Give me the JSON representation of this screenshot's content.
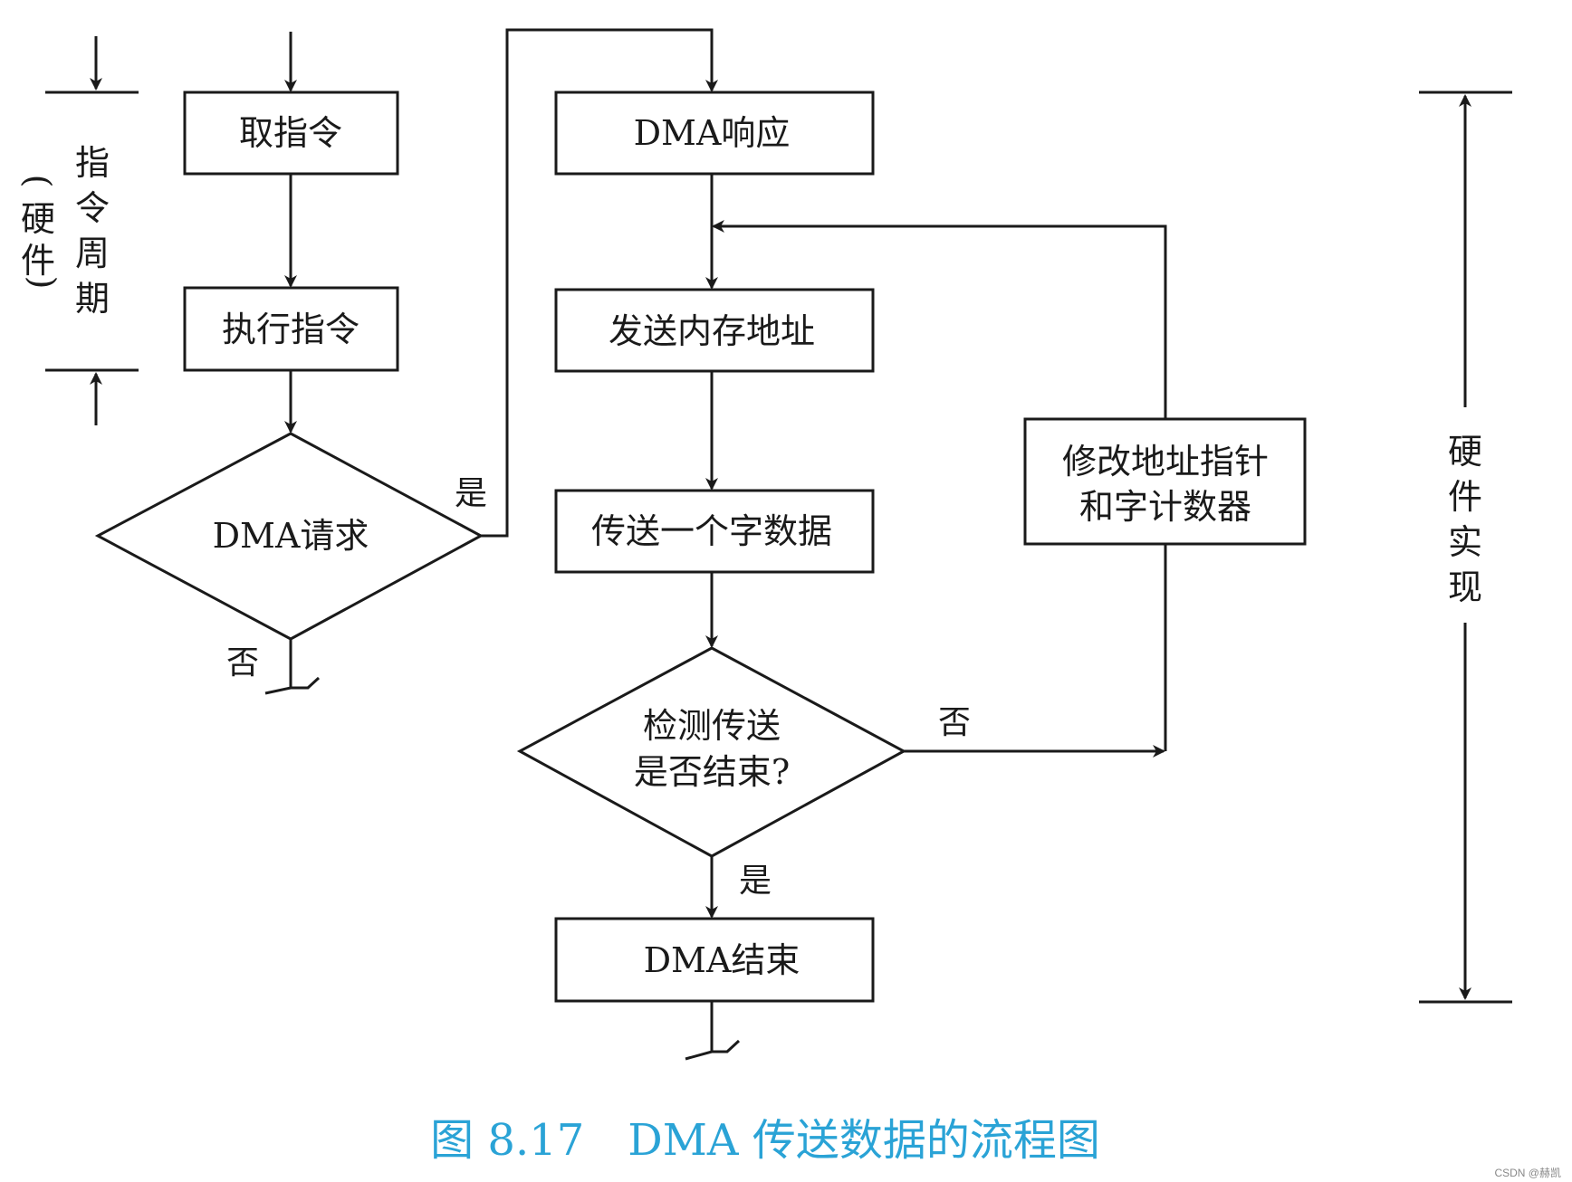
{
  "nodes": {
    "fetch": "取指令",
    "execute": "执行指令",
    "dma_request": "DMA请求",
    "dma_response": "DMA响应",
    "send_address": "发送内存地址",
    "transfer_word": "传送一个字数据",
    "check_line1": "检测传送",
    "check_line2": "是否结束?",
    "modify_line1": "修改地址指针",
    "modify_line2": "和字计数器",
    "dma_end": "DMA结束"
  },
  "labels": {
    "request_yes": "是",
    "request_no": "否",
    "check_no": "否",
    "check_yes": "是"
  },
  "side_left": {
    "cycle_chars": [
      "指",
      "令",
      "周",
      "期"
    ],
    "hardware_chars": [
      "(",
      "硬",
      "件",
      ")"
    ]
  },
  "side_right": {
    "chars": [
      "硬",
      "件",
      "实",
      "现"
    ]
  },
  "caption": "图 8.17　DMA 传送数据的流程图",
  "watermark": "CSDN @赫凯",
  "colors": {
    "line": "#1a1a1a",
    "caption": "#2aa3d6"
  }
}
